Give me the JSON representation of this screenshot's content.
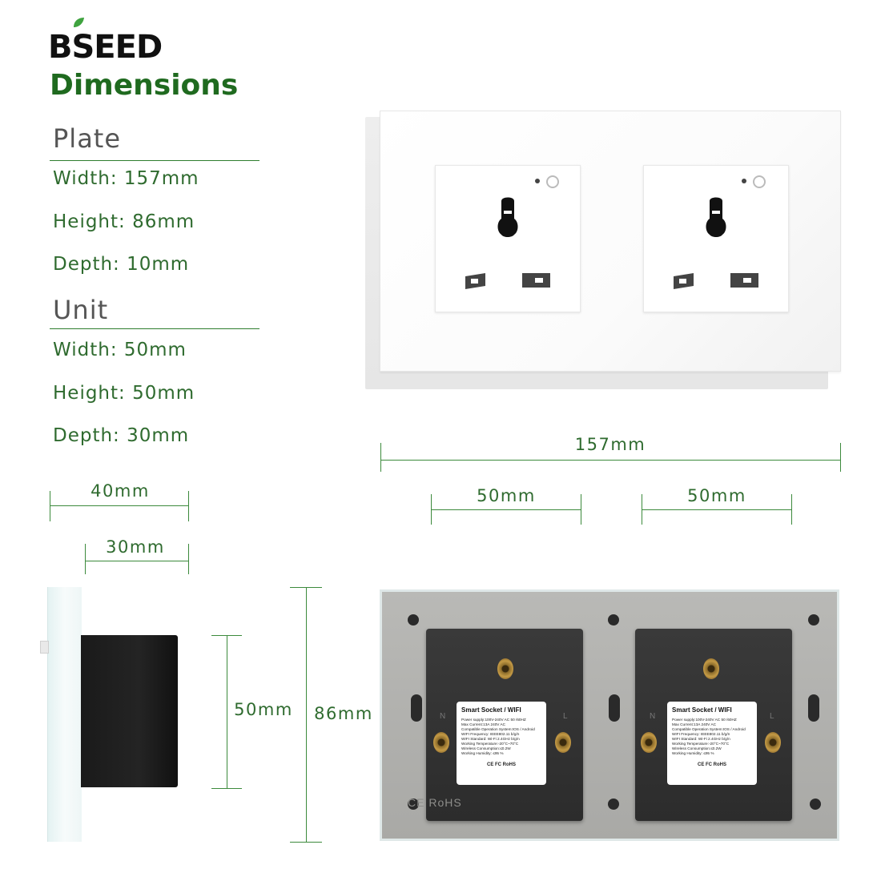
{
  "brand": {
    "name": "BSEED"
  },
  "heading": "Dimensions",
  "plate": {
    "title": "Plate",
    "width": "Width: 157mm",
    "height": "Height: 86mm",
    "depth": "Depth: 10mm"
  },
  "unit": {
    "title": "Unit",
    "width": "Width: 50mm",
    "height": "Height: 50mm",
    "depth": "Depth: 30mm"
  },
  "dimensions": {
    "total_width": "157mm",
    "unit_width_left": "50mm",
    "unit_width_right": "50mm",
    "side_depth_total": "40mm",
    "side_depth_unit": "30mm",
    "unit_height": "50mm",
    "plate_height": "86mm"
  },
  "module_label": {
    "title": "Smart Socket / WIFI",
    "lines": [
      "Power supply:100V-240V AC  50 /60HZ",
      "Max Current:13A  240V AC",
      "Compatible Operation System:IOS / Android",
      "WIFI Frequency: IEEE802.11 b/g/n",
      "WIFI Standard: Wi-Fi 2.4GHz b/g/n",
      "Working Temperature:-20°C~70°C",
      "Wireless Consumption:≤0.2W",
      "Working Humidity: ≤95 %"
    ],
    "certs": "CE  FC  RoHS",
    "terminal_n": "N",
    "terminal_l": "L"
  },
  "back_marking": "CE RoHS",
  "colors": {
    "brand_green": "#1f6a1f",
    "dimension_green": "#3c8a3c"
  }
}
